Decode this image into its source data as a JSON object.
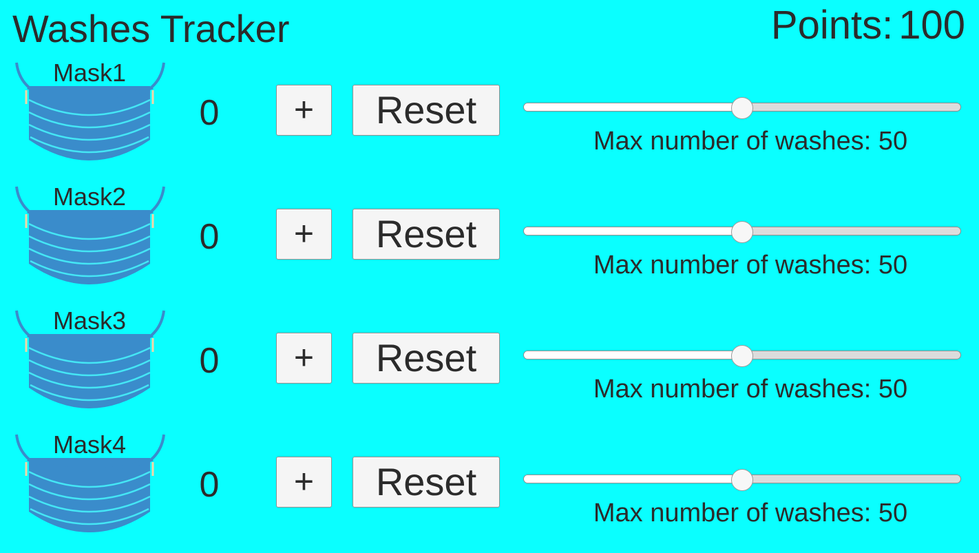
{
  "app": {
    "title": "Washes Tracker",
    "points_label": "Points:",
    "points_value": "100"
  },
  "masks": [
    {
      "label": "Mask1",
      "count": "0",
      "plus_label": "+",
      "reset_label": "Reset",
      "max_washes_text": "Max number of washes: 50",
      "slider_fraction": 0.5
    },
    {
      "label": "Mask2",
      "count": "0",
      "plus_label": "+",
      "reset_label": "Reset",
      "max_washes_text": "Max number of washes: 50",
      "slider_fraction": 0.5
    },
    {
      "label": "Mask3",
      "count": "0",
      "plus_label": "+",
      "reset_label": "Reset",
      "max_washes_text": "Max number of washes: 50",
      "slider_fraction": 0.5
    },
    {
      "label": "Mask4",
      "count": "0",
      "plus_label": "+",
      "reset_label": "Reset",
      "max_washes_text": "Max number of washes: 50",
      "slider_fraction": 0.5
    }
  ],
  "icons": {
    "mask": "face-mask-icon"
  },
  "colors": {
    "background": "#0affff",
    "mask_body": "#3a8ccb",
    "mask_lines": "#44e6f5",
    "button_bg": "#f5f5f5"
  }
}
